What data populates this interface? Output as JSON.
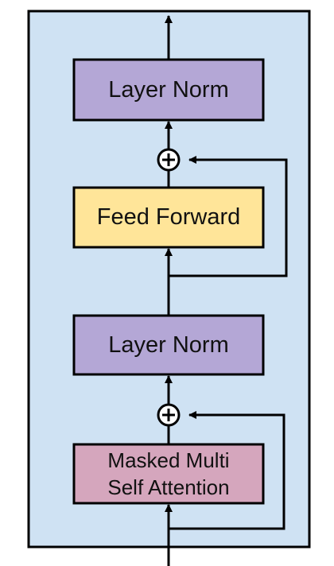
{
  "blocks": {
    "layer_norm_top": "Layer Norm",
    "feed_forward": "Feed Forward",
    "layer_norm_bottom": "Layer Norm",
    "masked_attention_line1": "Masked Multi",
    "masked_attention_line2": "Self Attention"
  },
  "colors": {
    "container_fill": "#cfe2f3",
    "layer_norm_fill": "#b4a7d6",
    "feed_forward_fill": "#ffe599",
    "attention_fill": "#d5a6bd",
    "stroke": "#000000"
  }
}
